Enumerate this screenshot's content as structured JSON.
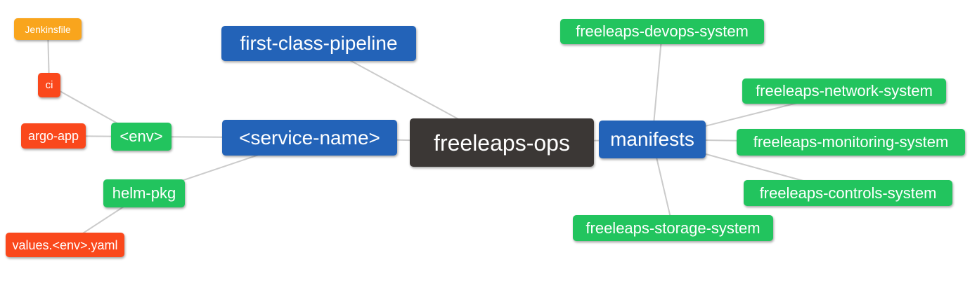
{
  "diagram": {
    "type": "mindmap",
    "background": "#FFFFFF",
    "colors": {
      "root": "#3B3735",
      "branch": "#2363B8",
      "leaf_green": "#22C45E",
      "leaf_red": "#FA481C",
      "leaf_amber": "#F9A51D",
      "text": "#FFFFFF",
      "link": "#CBCBCB"
    },
    "nodes": {
      "freeleaps_ops": {
        "label": "freeleaps-ops",
        "palette": "root"
      },
      "first_class_pipeline": {
        "label": "first-class-pipeline",
        "palette": "branch"
      },
      "service_name": {
        "label": "<service-name>",
        "palette": "branch"
      },
      "manifests": {
        "label": "manifests",
        "palette": "branch"
      },
      "env": {
        "label": "<env>",
        "palette": "leaf_green"
      },
      "helm_pkg": {
        "label": "helm-pkg",
        "palette": "leaf_green"
      },
      "ci": {
        "label": "ci",
        "palette": "leaf_red"
      },
      "argo_app": {
        "label": "argo-app",
        "palette": "leaf_red"
      },
      "jenkinsfile": {
        "label": "Jenkinsfile",
        "palette": "leaf_amber"
      },
      "values_env_yaml": {
        "label": "values.<env>.yaml",
        "palette": "leaf_red"
      },
      "freeleaps_devops_system": {
        "label": "freeleaps-devops-system",
        "palette": "leaf_green"
      },
      "freeleaps_network_system": {
        "label": "freeleaps-network-system",
        "palette": "leaf_green"
      },
      "freeleaps_monitoring_system": {
        "label": "freeleaps-monitoring-system",
        "palette": "leaf_green"
      },
      "freeleaps_controls_system": {
        "label": "freeleaps-controls-system",
        "palette": "leaf_green"
      },
      "freeleaps_storage_system": {
        "label": "freeleaps-storage-system",
        "palette": "leaf_green"
      }
    },
    "edges": [
      [
        "jenkinsfile",
        "ci"
      ],
      [
        "ci",
        "env"
      ],
      [
        "argo_app",
        "env"
      ],
      [
        "env",
        "service_name"
      ],
      [
        "helm_pkg",
        "service_name"
      ],
      [
        "values_env_yaml",
        "helm_pkg"
      ],
      [
        "first_class_pipeline",
        "freeleaps_ops"
      ],
      [
        "service_name",
        "freeleaps_ops"
      ],
      [
        "freeleaps_ops",
        "manifests"
      ],
      [
        "manifests",
        "freeleaps_devops_system"
      ],
      [
        "manifests",
        "freeleaps_network_system"
      ],
      [
        "manifests",
        "freeleaps_monitoring_system"
      ],
      [
        "manifests",
        "freeleaps_controls_system"
      ],
      [
        "manifests",
        "freeleaps_storage_system"
      ]
    ]
  }
}
